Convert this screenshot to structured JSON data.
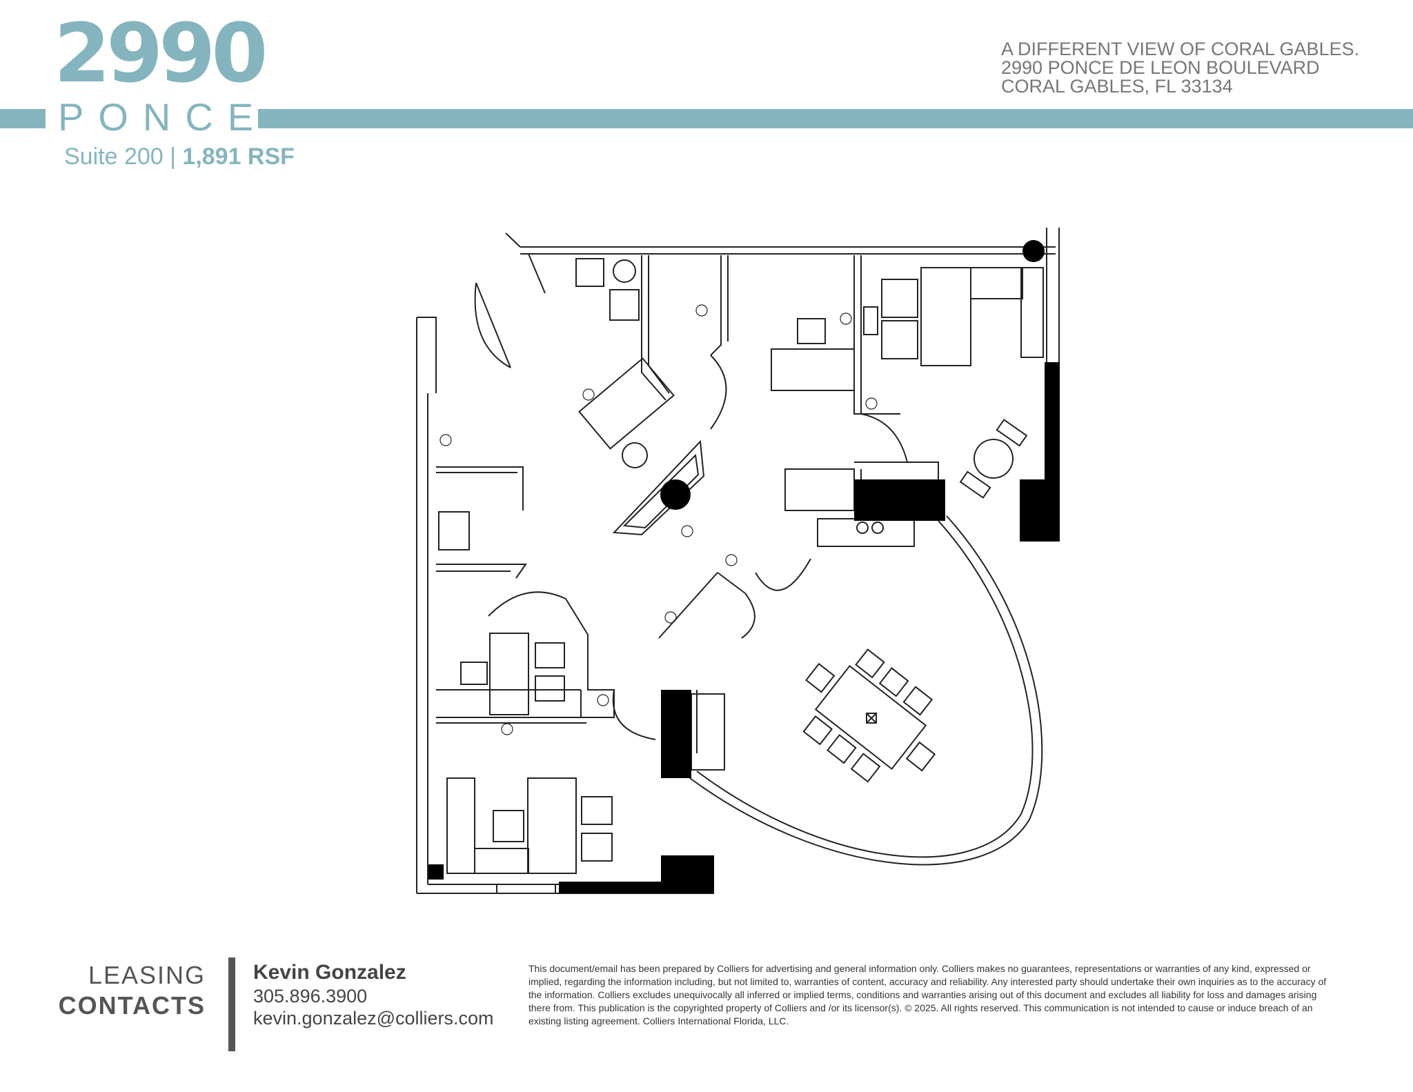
{
  "brand": {
    "logo_number": "2990",
    "logo_word": "PONCE",
    "color": "#84b5be"
  },
  "suite": {
    "name": "Suite 200",
    "separator": " | ",
    "area": "1,891 RSF"
  },
  "tagline": {
    "line1": "A DIFFERENT VIEW OF CORAL GABLES.",
    "line2": "2990 PONCE DE LEON BOULEVARD",
    "line3": "CORAL GABLES, FL 33134"
  },
  "leasing": {
    "line1": "LEASING",
    "line2": "CONTACTS"
  },
  "contact": {
    "name": "Kevin Gonzalez",
    "phone": "305.896.3900",
    "email": "kevin.gonzalez@colliers.com"
  },
  "disclaimer": "This document/email has been prepared by Colliers for advertising and general information only. Colliers makes no guarantees, representations or warranties of any kind, expressed or implied, regarding the information including, but not limited to, warranties of content, accuracy and reliability. Any interested party should undertake their own inquiries as to the accuracy of the information. Colliers excludes unequivocally all inferred or implied terms, conditions and warranties arising out of this document and excludes all liability for loss and damages arising there from. This publication is the copyrighted property of Colliers and /or its licensor(s). © 2025. All rights reserved. This communication is not intended to cause or induce breach of an existing listing agreement. Colliers International Florida, LLC."
}
